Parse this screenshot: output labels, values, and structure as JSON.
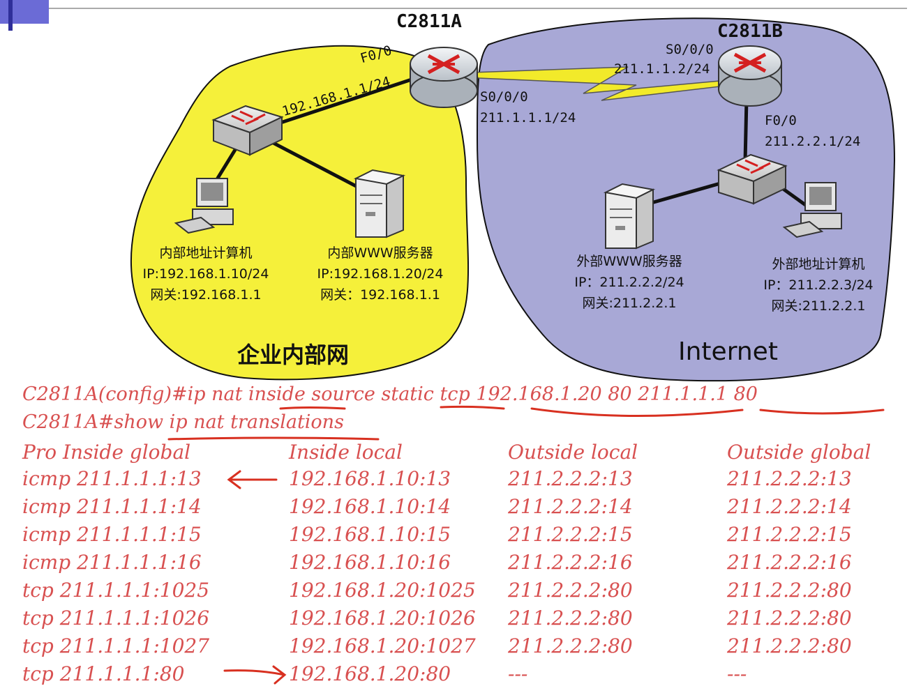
{
  "routers": {
    "a": {
      "name": "C2811A",
      "f00_label": "F0/0",
      "f00_ip": "192.168.1.1/24",
      "s000_label": "S0/0/0",
      "s000_ip": "211.1.1.1/24"
    },
    "b": {
      "name": "C2811B",
      "s000_label": "S0/0/0",
      "s000_ip": "211.1.1.2/24",
      "f00_label": "F0/0",
      "f00_ip": "211.2.2.1/24"
    }
  },
  "hosts": {
    "internal_pc": {
      "name": "内部地址计算机",
      "ip": "IP:192.168.1.10/24",
      "gw": "网关:192.168.1.1"
    },
    "internal_www": {
      "name": "内部WWW服务器",
      "ip": "IP:192.168.1.20/24",
      "gw": "网关：192.168.1.1"
    },
    "external_www": {
      "name": "外部WWW服务器",
      "ip": "IP：211.2.2.2/24",
      "gw": "网关:211.2.2.1"
    },
    "external_pc": {
      "name": "外部地址计算机",
      "ip": "IP：211.2.2.3/24",
      "gw": "网关:211.2.2.1"
    }
  },
  "zones": {
    "inside": "企业内部网",
    "outside": "Internet"
  },
  "commands": {
    "nat_cmd": "C2811A(config)#ip nat inside source static tcp 192.168.1.20 80 211.1.1.1 80",
    "show_cmd": "C2811A#show ip nat translations"
  },
  "table": {
    "headers": {
      "c1": "Pro  Inside global",
      "c2": "Inside local",
      "c3": "Outside local",
      "c4": "Outside global"
    },
    "rows": [
      {
        "c1": "icmp 211.1.1.1:13",
        "c2": "192.168.1.10:13",
        "c3": "211.2.2.2:13",
        "c4": "211.2.2.2:13"
      },
      {
        "c1": "icmp 211.1.1.1:14",
        "c2": "192.168.1.10:14",
        "c3": "211.2.2.2:14",
        "c4": "211.2.2.2:14"
      },
      {
        "c1": "icmp 211.1.1.1:15",
        "c2": "192.168.1.10:15",
        "c3": "211.2.2.2:15",
        "c4": "211.2.2.2:15"
      },
      {
        "c1": "icmp 211.1.1.1:16",
        "c2": "192.168.1.10:16",
        "c3": "211.2.2.2:16",
        "c4": "211.2.2.2:16"
      },
      {
        "c1": "tcp 211.1.1.1:1025",
        "c2": "192.168.1.20:1025",
        "c3": "211.2.2.2:80",
        "c4": "211.2.2.2:80"
      },
      {
        "c1": "tcp 211.1.1.1:1026",
        "c2": "192.168.1.20:1026",
        "c3": "211.2.2.2:80",
        "c4": "211.2.2.2:80"
      },
      {
        "c1": "tcp 211.1.1.1:1027",
        "c2": "192.168.1.20:1027",
        "c3": "211.2.2.2:80",
        "c4": "211.2.2.2:80"
      },
      {
        "c1": "tcp 211.1.1.1:80",
        "c2": "192.168.1.20:80",
        "c3": "---",
        "c4": "---"
      }
    ]
  },
  "colors": {
    "inside_zone": "#f5f03a",
    "outside_zone": "#a8a8d6",
    "serial_link": "#f2ea2a",
    "annotation": "#d85050"
  }
}
